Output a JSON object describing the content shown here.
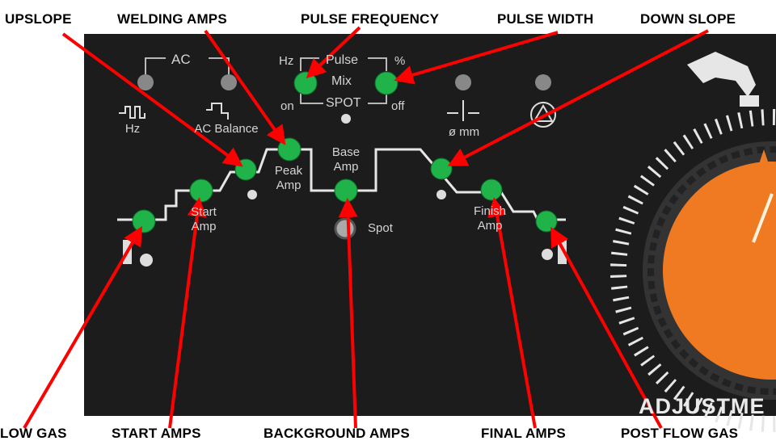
{
  "callouts": {
    "upslope": "UPSLOPE",
    "welding_amps": "WELDING AMPS",
    "pulse_frequency": "PULSE FREQUENCY",
    "pulse_width": "PULSE WIDTH",
    "down_slope": "DOWN SLOPE",
    "pre_flow_gas": "LOW GAS",
    "start_amps": "START AMPS",
    "background_amps": "BACKGROUND AMPS",
    "final_amps": "FINAL AMPS",
    "post_flow_gas": "POST FLOW GAS"
  },
  "panel": {
    "ac_label": "AC",
    "hz_label": "Hz",
    "ac_balance_label": "AC Balance",
    "pulse_hz": "Hz",
    "pulse_label": "Pulse",
    "pulse_pct": "%",
    "mix_label": "Mix",
    "on_label": "on",
    "spot_label": "SPOT",
    "off_label": "off",
    "electrode_label": "ø mm",
    "peak_amp_l1": "Peak",
    "peak_amp_l2": "Amp",
    "base_amp_l1": "Base",
    "base_amp_l2": "Amp",
    "start_amp_l1": "Start",
    "start_amp_l2": "Amp",
    "finish_amp_l1": "Finish",
    "finish_amp_l2": "Amp",
    "spot_button_label": "Spot",
    "brand_partial": "ADJUSTME"
  },
  "colors": {
    "panel_bg": "#1c1c1c",
    "led_green": "#1fb34a",
    "arrow_red": "#ff0000",
    "knob_orange": "#f07a22",
    "line_white": "#e6e6e6"
  }
}
